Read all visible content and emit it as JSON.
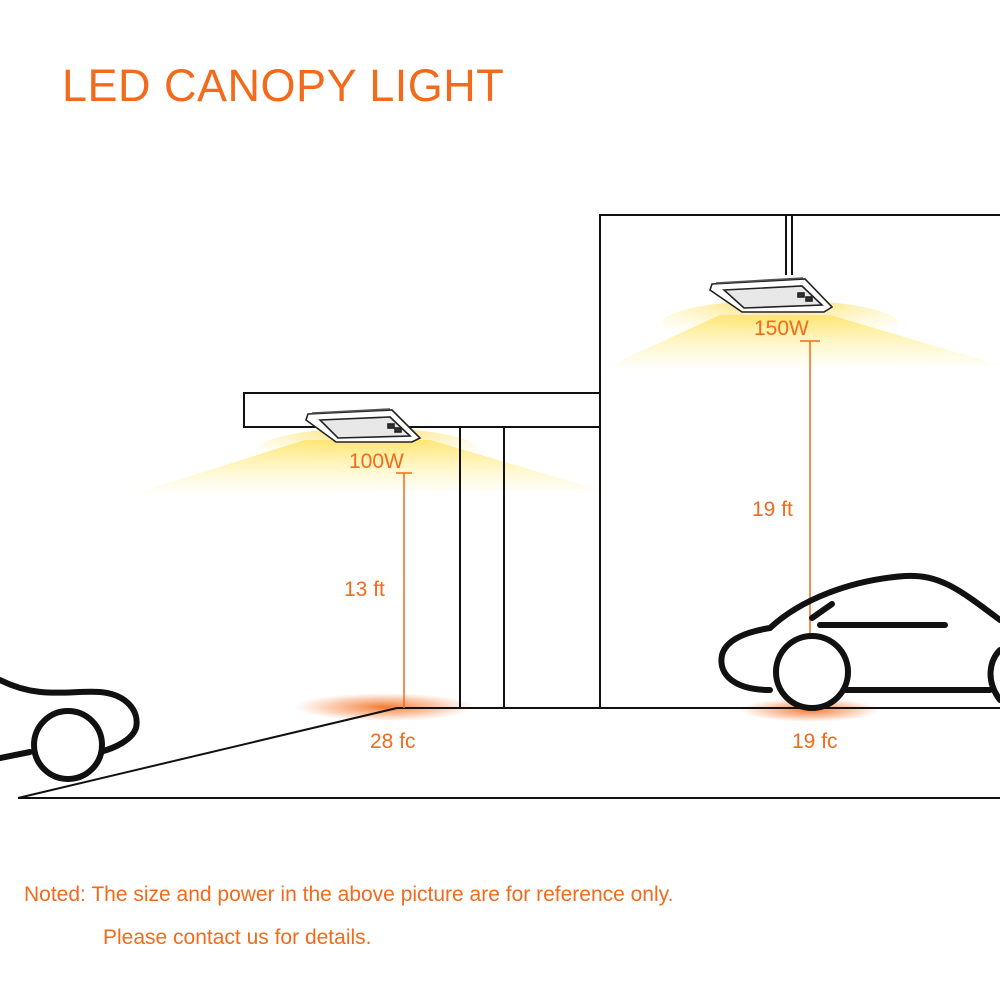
{
  "title": "LED CANOPY LIGHT",
  "colors": {
    "accent": "#f26a1b",
    "line": "#111111",
    "glow": "#ffe56b"
  },
  "lights": [
    {
      "wattage": "100W",
      "height": "13 ft",
      "illuminance": "28 fc"
    },
    {
      "wattage": "150W",
      "height": "19 ft",
      "illuminance": "19 fc"
    }
  ],
  "note": {
    "line1": "Noted: The size and power in the above picture are for reference only.",
    "line2": "Please contact us for details."
  }
}
